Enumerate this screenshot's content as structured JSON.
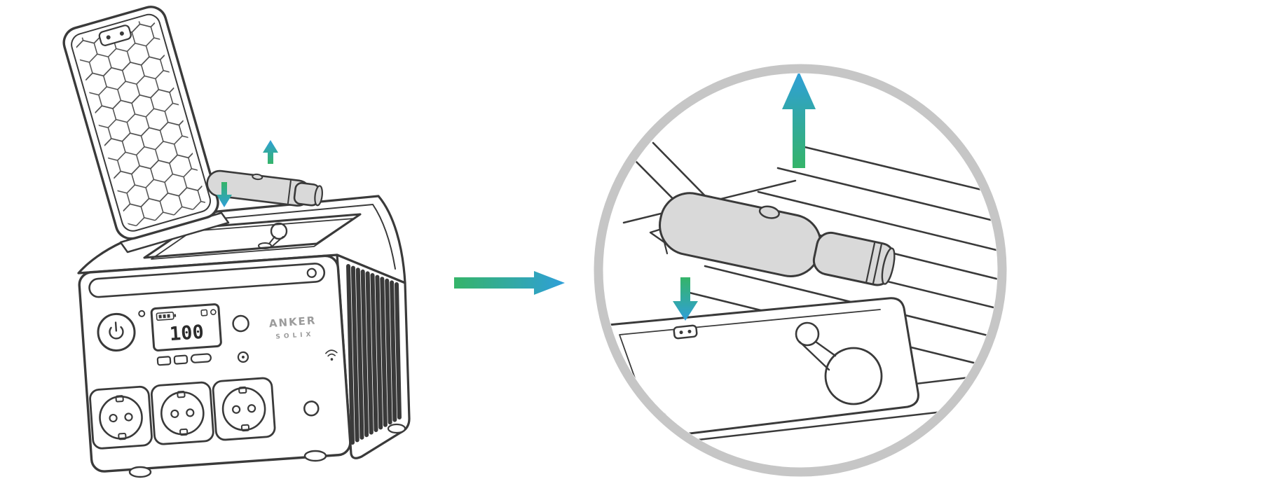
{
  "device": {
    "brand": "ANKER",
    "sub_brand": "SOLIX",
    "display": {
      "value": "100"
    }
  },
  "icons": {
    "transition_arrow": "right-arrow",
    "small_up_arrow": "up-arrow",
    "small_down_arrow": "down-arrow",
    "detail_up_arrow": "up-arrow",
    "detail_down_arrow": "down-arrow",
    "power_button": "power-icon",
    "signal": "signal-icon"
  },
  "colors": {
    "outline": "#3a3a3a",
    "flashlight_fill": "#d9d9d9",
    "detail_ring_gray": "#c6c6c6",
    "arrow_green": "#35b469",
    "arrow_blue": "#2f9fd9",
    "brand_text": "#9b9b9b",
    "background": "#ffffff"
  }
}
